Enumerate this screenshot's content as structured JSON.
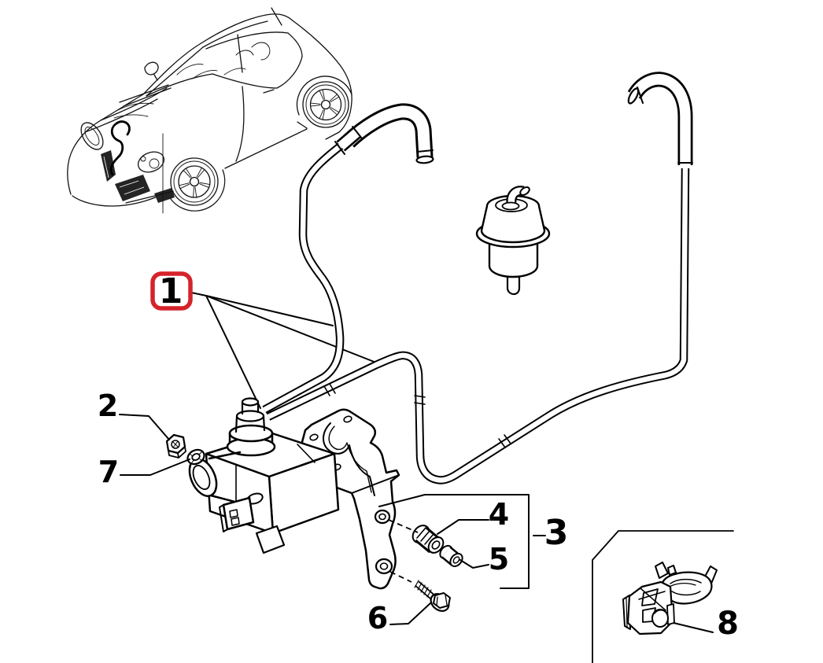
{
  "diagram": {
    "background": "#ffffff",
    "ink": "#000000",
    "highlight_color": "#d5232b",
    "callouts": [
      {
        "num": "1",
        "highlighted": true
      },
      {
        "num": "2",
        "highlighted": false
      },
      {
        "num": "3",
        "highlighted": false
      },
      {
        "num": "4",
        "highlighted": false
      },
      {
        "num": "5",
        "highlighted": false
      },
      {
        "num": "6",
        "highlighted": false
      },
      {
        "num": "7",
        "highlighted": false
      },
      {
        "num": "8",
        "highlighted": false
      }
    ]
  }
}
